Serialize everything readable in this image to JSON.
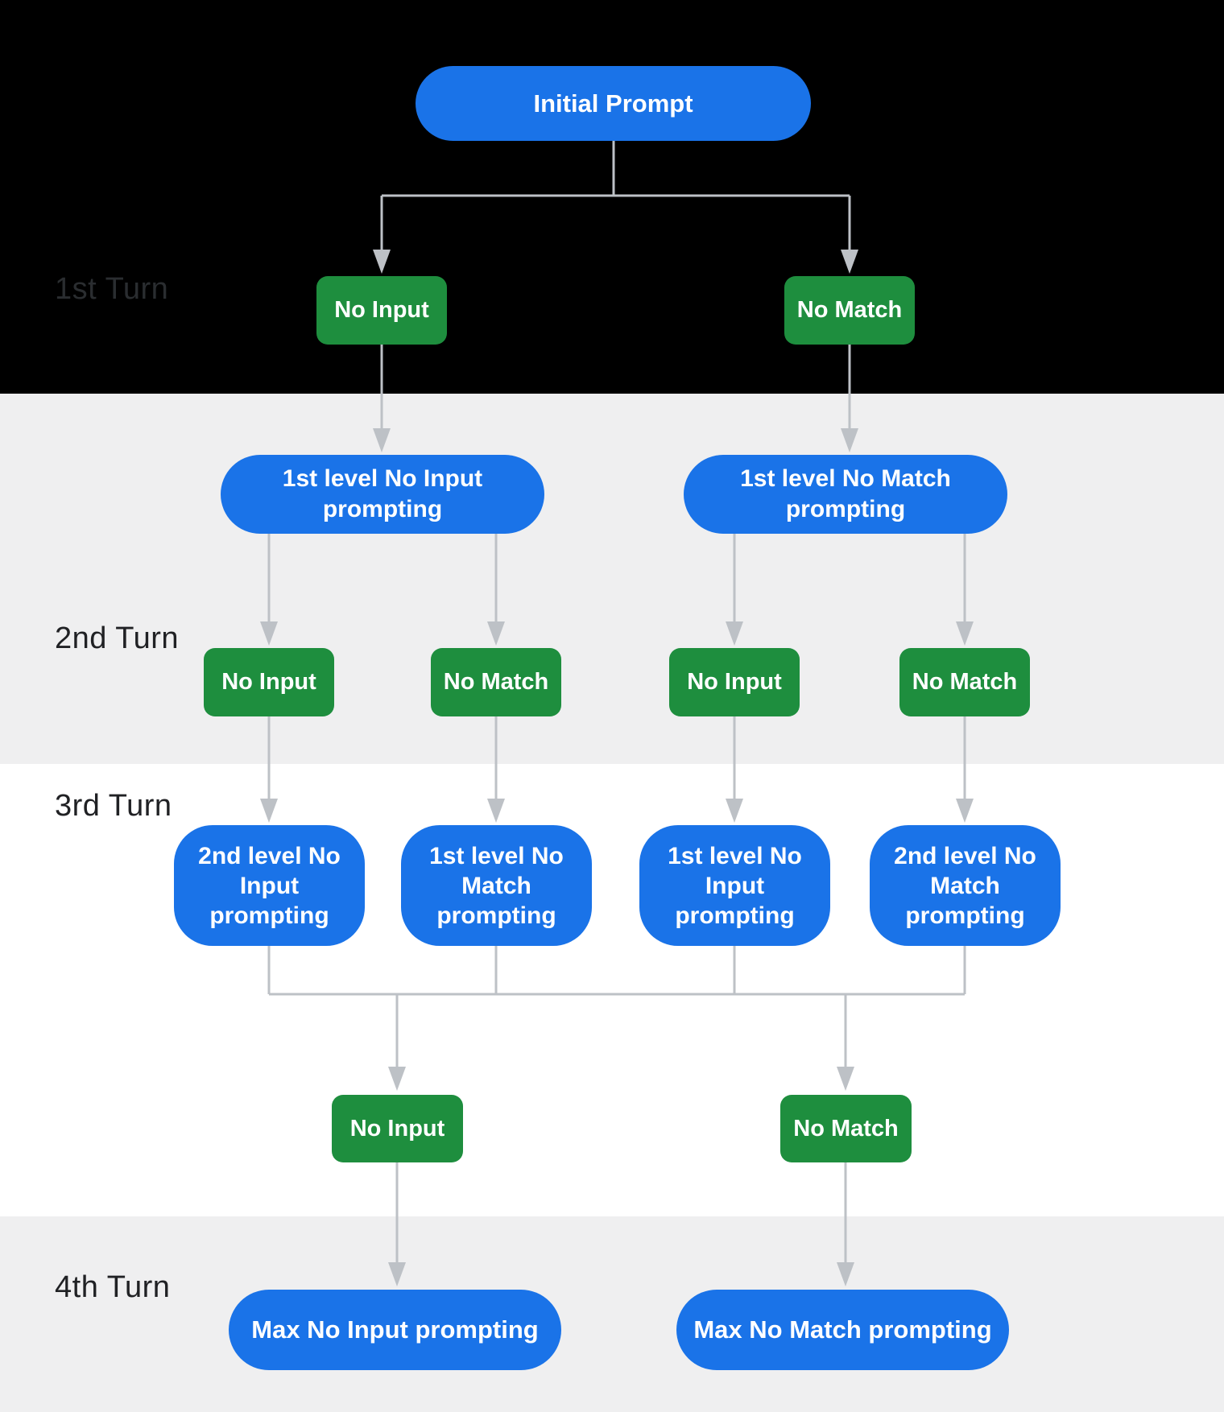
{
  "colors": {
    "node_blue": "#1a73e8",
    "node_green": "#1e8e3e",
    "connector": "#bdc1c6",
    "band_black": "#000000",
    "band_gray": "#efeff0",
    "band_white": "#ffffff",
    "turn_label": "#202124",
    "turn_label_on_black": "#2a2d30",
    "node_text": "#ffffff"
  },
  "turns": [
    {
      "label": "1st Turn"
    },
    {
      "label": "2nd Turn"
    },
    {
      "label": "3rd Turn"
    },
    {
      "label": "4th Turn"
    }
  ],
  "nodes": {
    "initial_prompt": "Initial Prompt",
    "turn1_events": {
      "no_input": "No Input",
      "no_match": "No Match"
    },
    "turn2_prompts": {
      "no_input": "1st level No Input prompting",
      "no_match": "1st level No Match prompting"
    },
    "turn2_events": [
      "No Input",
      "No Match",
      "No Input",
      "No Match"
    ],
    "turn3_prompts": [
      "2nd level No Input prompting",
      "1st level No Match prompting",
      "1st level No Input prompting",
      "2nd level No Match prompting"
    ],
    "turn3_events": {
      "no_input": "No Input",
      "no_match": "No Match"
    },
    "turn4_prompts": {
      "max_no_input": "Max No Input prompting",
      "max_no_match": "Max No Match prompting"
    }
  }
}
